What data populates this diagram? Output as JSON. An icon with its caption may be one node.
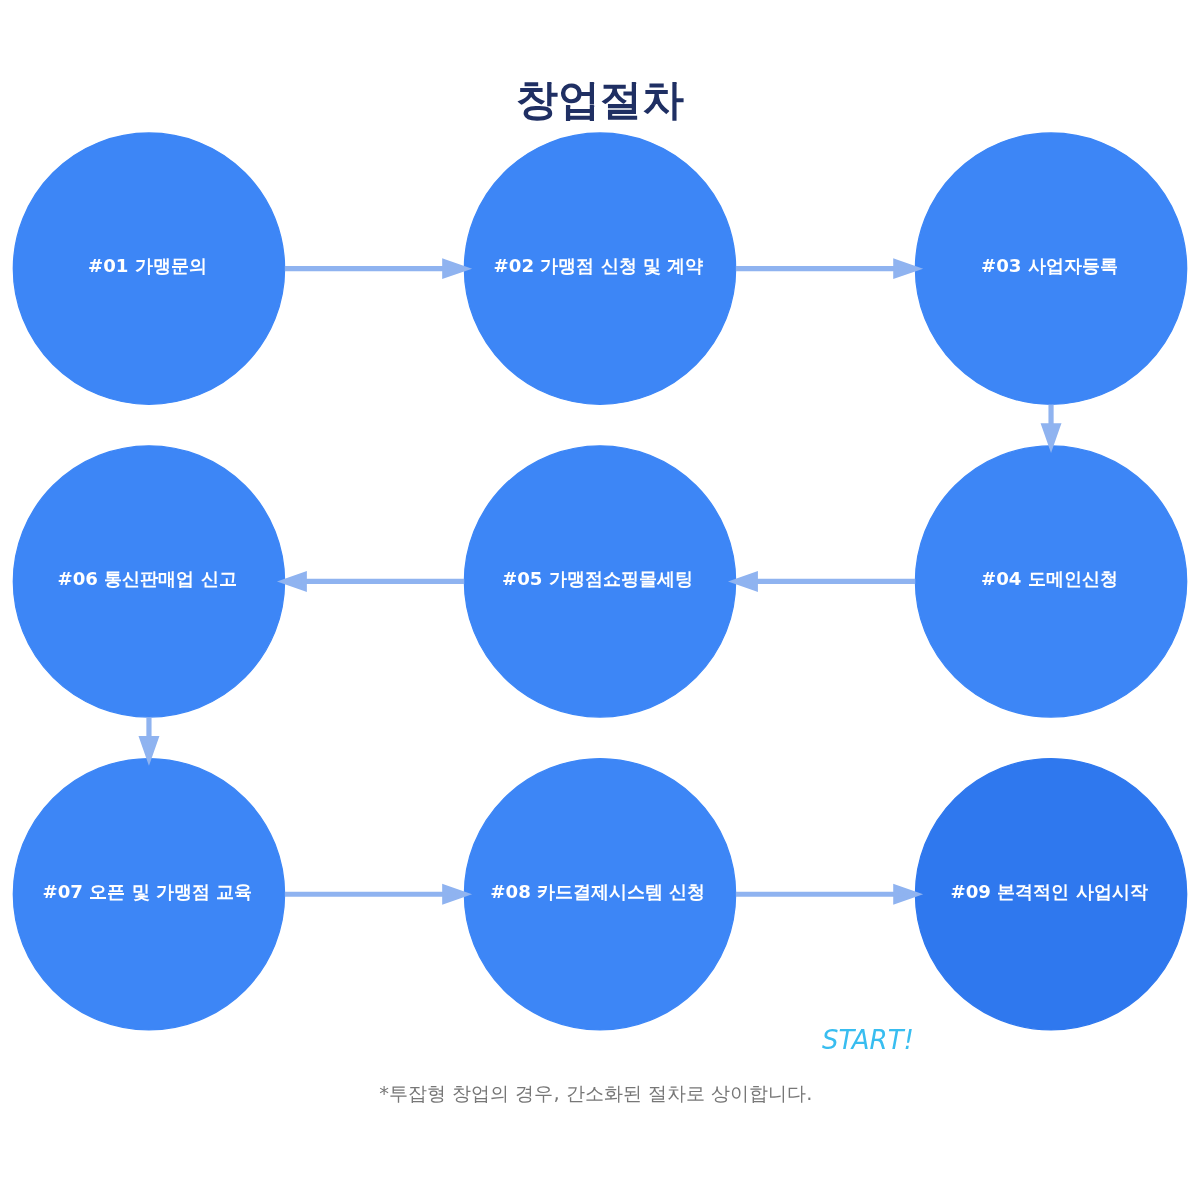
{
  "diagram": {
    "title": "창업절차",
    "nodes": [
      {
        "text": [
          "#01 가맹문의"
        ]
      },
      {
        "text": [
          "#02 가맹점 신청 및 계약"
        ]
      },
      {
        "text": [
          "#03 사업자등록"
        ]
      },
      {
        "text": [
          "#04 도메인신청"
        ]
      },
      {
        "text": [
          "#05 가맹점쇼핑몰세팅"
        ]
      },
      {
        "text": [
          "#06 통신판매업 신고"
        ]
      },
      {
        "text": [
          "#07 오픈 및 가맹점 교육"
        ]
      },
      {
        "text": [
          "#08 카드결제시스템 신청"
        ]
      },
      {
        "text": [
          "#09 본격적인 사업시작"
        ],
        "beside": [
          "START!"
        ]
      }
    ],
    "edges": [
      {
        "from": 0,
        "to": 1,
        "arrow": "to"
      },
      {
        "from": 1,
        "to": 2,
        "arrow": "to"
      },
      {
        "from": 2,
        "to": 3,
        "arrow": "to"
      },
      {
        "from": 3,
        "to": 4,
        "arrow": "to"
      },
      {
        "from": 4,
        "to": 5,
        "arrow": "to"
      },
      {
        "from": 5,
        "to": 6,
        "arrow": "to"
      },
      {
        "from": 6,
        "to": 7,
        "arrow": "to"
      },
      {
        "from": 7,
        "to": 8,
        "arrow": "to"
      }
    ],
    "labels": [
      "*투잡형 창업의 경우, 간소화된 절차로 상이합니다."
    ]
  }
}
